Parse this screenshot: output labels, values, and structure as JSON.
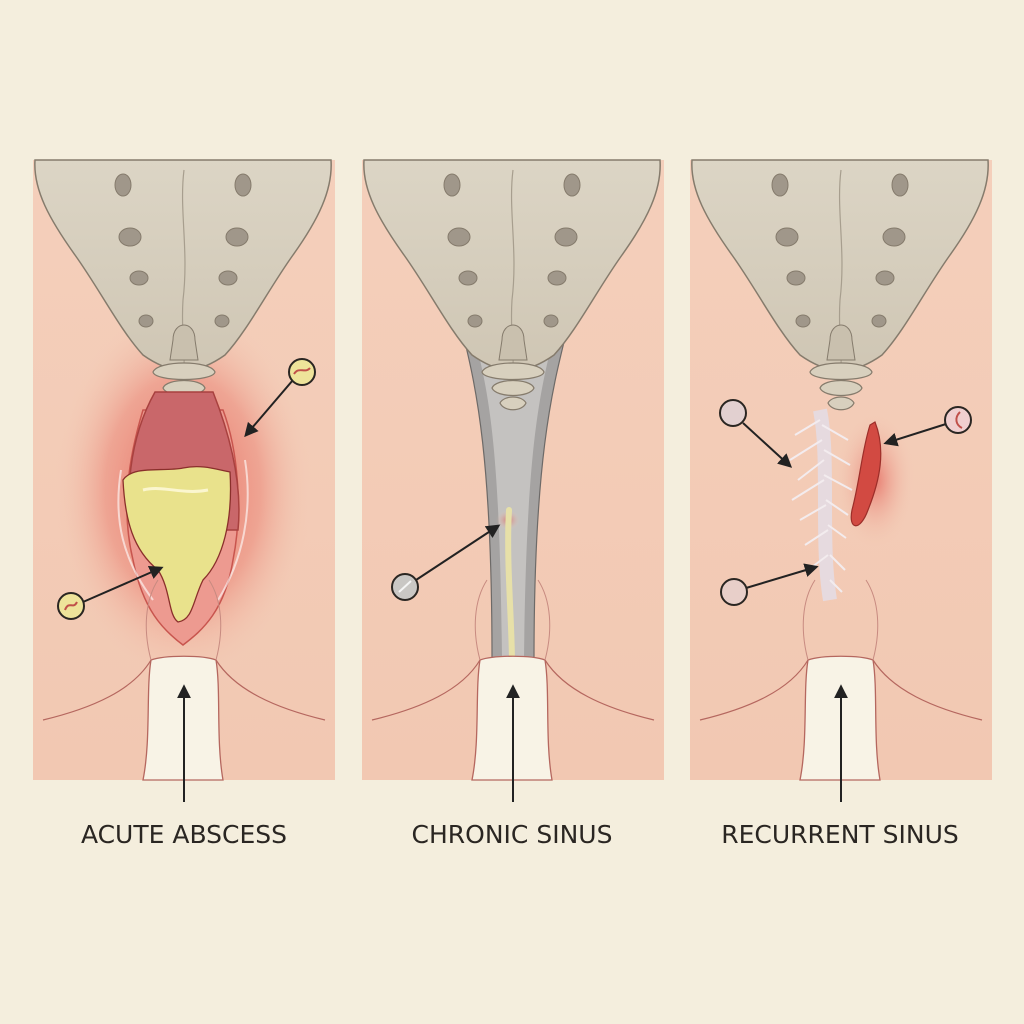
{
  "panels": [
    {
      "label": "ACUTE ABSCESS"
    },
    {
      "label": "CHRONIC SINUS"
    },
    {
      "label": "RECURRENT SINUS"
    }
  ],
  "colors": {
    "background": "#f4eedd",
    "skin": "#f4cdb8",
    "bone": "#d9d1c1",
    "inflammation": "#e0453f",
    "pus": "#e8e08a"
  }
}
